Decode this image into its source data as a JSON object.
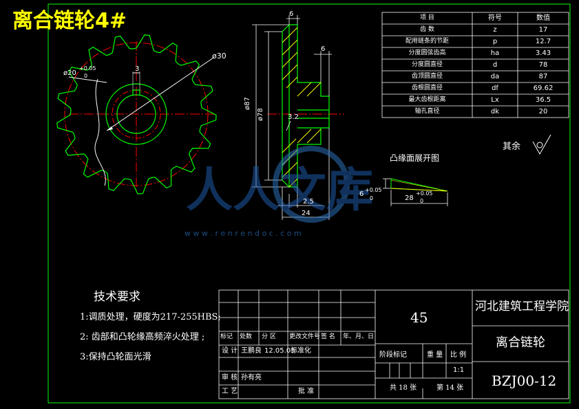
{
  "title": "离合链轮4#",
  "dims": {
    "bore": "ø20",
    "bore_tol_upper": "+0.05",
    "bore_tol_lower": "0",
    "keyway": "3",
    "hub_dia": "ø30",
    "top_width": "6",
    "right_width": "6",
    "dia_87": "ø87",
    "dia_78": "ø78",
    "chamfer": "3.2",
    "tooth_width": "2.5",
    "hub_length": "24"
  },
  "boss": {
    "title": "凸缘面展开图",
    "height": "6",
    "height_upper": "+0.05",
    "height_lower": "0",
    "length": "28",
    "length_upper": "+0.05",
    "length_lower": "0"
  },
  "roughness_label": "其余",
  "param_table": {
    "headers": [
      "项 目",
      "符号",
      "数值"
    ],
    "rows": [
      [
        "齿 数",
        "z",
        "17"
      ],
      [
        "配用链条的节距",
        "p",
        "12.7"
      ],
      [
        "分度圆弦齿高",
        "ha",
        "3.43"
      ],
      [
        "分度圆直径",
        "d",
        "78"
      ],
      [
        "齿顶圆直径",
        "da",
        "87"
      ],
      [
        "齿根圆直径",
        "df",
        "69.62"
      ],
      [
        "最大齿根距离",
        "Lx",
        "36.5"
      ],
      [
        "轴孔直径",
        "dk",
        "20"
      ]
    ]
  },
  "tech": {
    "heading": "技术要求",
    "items": [
      "1:调质处理，硬度为217-255HBS;",
      "2: 齿部和凸轮缘高频淬火处理 ;",
      "3:保持凸轮面光滑"
    ]
  },
  "title_block": {
    "material": "45",
    "school": "河北建筑工程学院",
    "part_name": "离合链轮",
    "drawing_no": "BZJ00-12",
    "scale": "1:1",
    "sheets": "共 18 张",
    "sheet_no": "第 14 张",
    "revision_header": [
      "标记",
      "处数",
      "分 区",
      "更改文件号",
      "签 名",
      "年、月、日"
    ],
    "designer_label": "设 计",
    "designer": "王鹏良",
    "design_date": "12.05.03",
    "standard_label": "标准化",
    "stage_label": "阶段标记",
    "weight_label": "重 量",
    "scale_label": "比 例",
    "review_label": "审 核",
    "reviewer": "孙有亮",
    "process_label": "工 艺",
    "approve_label": "批 准"
  },
  "watermark": {
    "name": "人人文库",
    "url": "w w w . r e n r e n d o c . c o m"
  },
  "colors": {
    "background": "#000000",
    "outline": "#00ff00",
    "center_line": "#ff0000",
    "dimension": "#ffffff",
    "hatch": "#ffff00",
    "title_text": "#ffff00"
  }
}
